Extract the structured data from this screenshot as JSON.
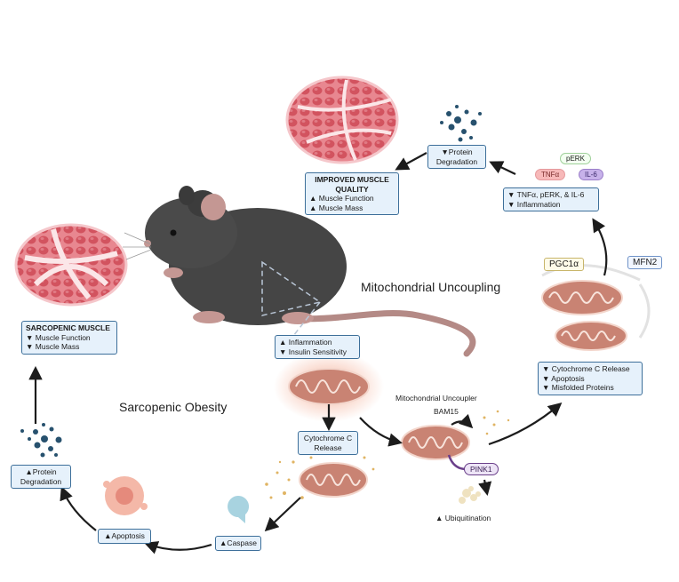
{
  "labels": {
    "mitochondrial_uncoupling": "Mitochondrial Uncoupling",
    "sarcopenic_obesity": "Sarcopenic Obesity",
    "uncoupler": "Mitochondrial Uncoupler",
    "bam15": "BAM15",
    "ubiquitination": "▲ Ubiquitination"
  },
  "boxes": {
    "improved": {
      "title": "IMPROVED MUSCLE QUALITY",
      "lines": [
        "▲ Muscle Function",
        "▲ Muscle Mass"
      ]
    },
    "protein_degradation_top": {
      "lines": [
        "▼Protein",
        "Degradation"
      ]
    },
    "inflammation_markers": {
      "lines": [
        "▼ TNFα, pERK, & IL-6",
        "▼ Inflammation"
      ]
    },
    "sarcopenic": {
      "title": "SARCOPENIC MUSCLE",
      "lines": [
        "▼  Muscle Function",
        "▼  Muscle Mass"
      ]
    },
    "inflammation_insulin": {
      "lines": [
        "▲ Inflammation",
        "▼ Insulin Sensitivity"
      ]
    },
    "cytochrome_release": {
      "lines": [
        "Cytochrome C",
        "Release"
      ]
    },
    "cytochrome_apoptosis": {
      "lines": [
        "▼ Cytochrome C Release",
        "▼ Apoptosis",
        "▼ Misfolded Proteins"
      ]
    },
    "protein_degradation_bottom": {
      "lines": [
        "▲Protein",
        "Degradation"
      ]
    },
    "apoptosis": {
      "lines": [
        "▲Apoptosis"
      ]
    },
    "caspase": {
      "lines": [
        "▲Caspase"
      ]
    }
  },
  "markers": {
    "perk": "pERK",
    "tnfa": "TNFα",
    "il6": "IL-6",
    "pgc1a": "PGC1α",
    "mfn2": "MFN2",
    "pink1": "PINK1"
  },
  "colors": {
    "box_fill": "#e6f1fb",
    "box_border": "#3d6f9a",
    "arrow": "#1c1c1c",
    "muscle": "#d9606c",
    "mito": "#c98373",
    "mouse": "#454545"
  }
}
